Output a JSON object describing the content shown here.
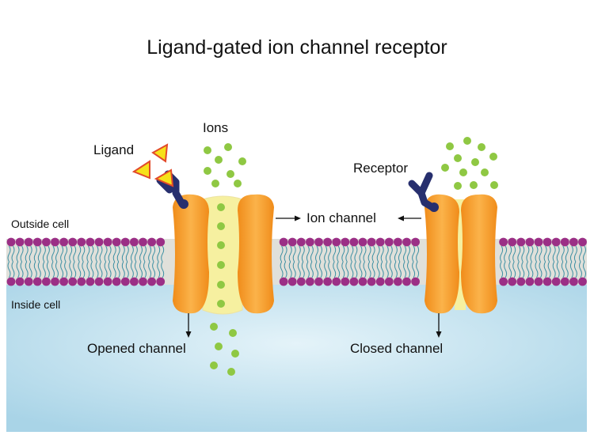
{
  "title": "Ligand-gated ion channel receptor",
  "labels": {
    "ligand": "Ligand",
    "ions": "Ions",
    "receptor": "Receptor",
    "ion_channel": "Ion channel",
    "outside_cell": "Outside cell",
    "inside_cell": "Inside cell",
    "opened_channel": "Opened channel",
    "closed_channel": "Closed channel"
  },
  "colors": {
    "channel_orange": "#f7a12b",
    "pore_yellow": "#f6f0a0",
    "ion_green": "#8fc843",
    "ligand_yellow": "#f6e11a",
    "ligand_edge": "#e24a2a",
    "receptor_navy": "#272f6e",
    "lipid_head": "#9b2f86",
    "cytoplasm": "#bfe0ee"
  }
}
